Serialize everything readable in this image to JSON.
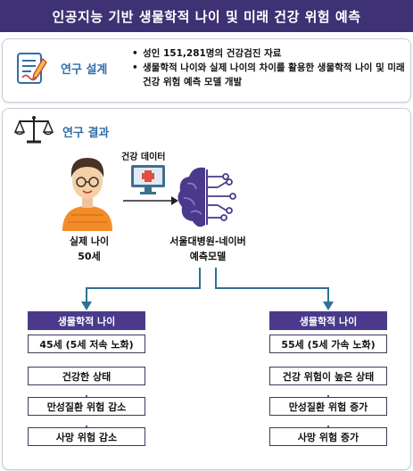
{
  "header": {
    "title": "인공지능 기반 생물학적 나이 및 미래 건강 위험 예측"
  },
  "design": {
    "label": "연구 설계",
    "bullets": [
      "성인 151,281명의 건강검진 자료",
      "생물학적 나이와 실제 나이의 차이를 활용한 생물학적 나이 및 미래 건강 위험 예측 모델 개발"
    ]
  },
  "results": {
    "label": "연구 결과",
    "person_caption": [
      "실제 나이",
      "50세"
    ],
    "data_label": "건강 데이터",
    "model_caption": [
      "서울대병원-네이버",
      "예측모델"
    ],
    "left": {
      "title": "생물학적 나이",
      "boxes": [
        "45세 (5세 저속 노화)",
        "건강한 상태",
        "만성질환 위험 감소",
        "사망 위험 감소"
      ]
    },
    "right": {
      "title": "생물학적 나이",
      "boxes": [
        "55세 (5세 가속 노화)",
        "건강 위험이 높은 상태",
        "만성질환 위험 증가",
        "사망 위험 증가"
      ]
    }
  },
  "colors": {
    "header": "#3e3174",
    "accent": "#2f6fa8",
    "box_header": "#4b3a8c",
    "arrow": "#2f6f97"
  }
}
